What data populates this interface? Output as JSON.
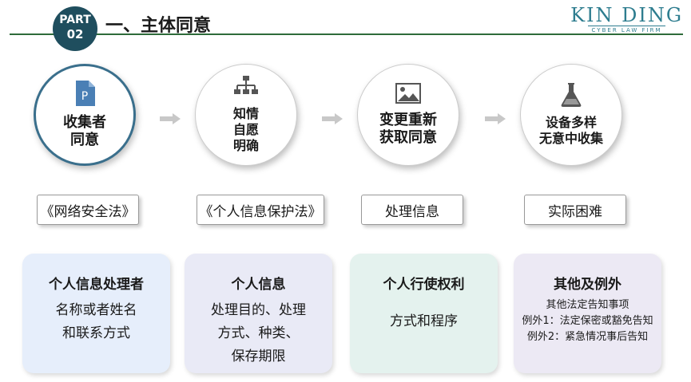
{
  "header": {
    "part_line1": "PART",
    "part_line2": "02",
    "title": "一、主体同意",
    "logo_brand": "KIN DING",
    "logo_sub": "CYBER LAW FIRM"
  },
  "colors": {
    "badge": "#1f4e5e",
    "header_line": "#2e6b3a",
    "logo": "#2e7d8f",
    "active_ring": "#3a6f8c"
  },
  "steps": [
    {
      "icon": "document-p-icon",
      "lines": [
        "收集者",
        "同意"
      ]
    },
    {
      "icon": "org-chart-icon",
      "lines": [
        "知情",
        "自愿",
        "明确"
      ]
    },
    {
      "icon": "image-icon",
      "lines": [
        "变更重新",
        "获取同意"
      ]
    },
    {
      "icon": "flask-icon",
      "lines": [
        "设备多样",
        "无意中收集"
      ]
    }
  ],
  "tags": [
    "《网络安全法》",
    "《个人信息保护法》",
    "处理信息",
    "实际困难"
  ],
  "cards": [
    {
      "title": "个人信息处理者",
      "lines": [
        "名称或者姓名",
        "和联系方式"
      ]
    },
    {
      "title": "个人信息",
      "lines": [
        "处理目的、处理",
        "方式、种类、",
        "保存期限"
      ]
    },
    {
      "title": "个人行使权利",
      "lines": [
        "方式和程序"
      ]
    },
    {
      "title": "其他及例外",
      "lines": [
        "其他法定告知事项",
        "例外1：法定保密或豁免告知",
        "例外2：紧急情况事后告知"
      ]
    }
  ]
}
